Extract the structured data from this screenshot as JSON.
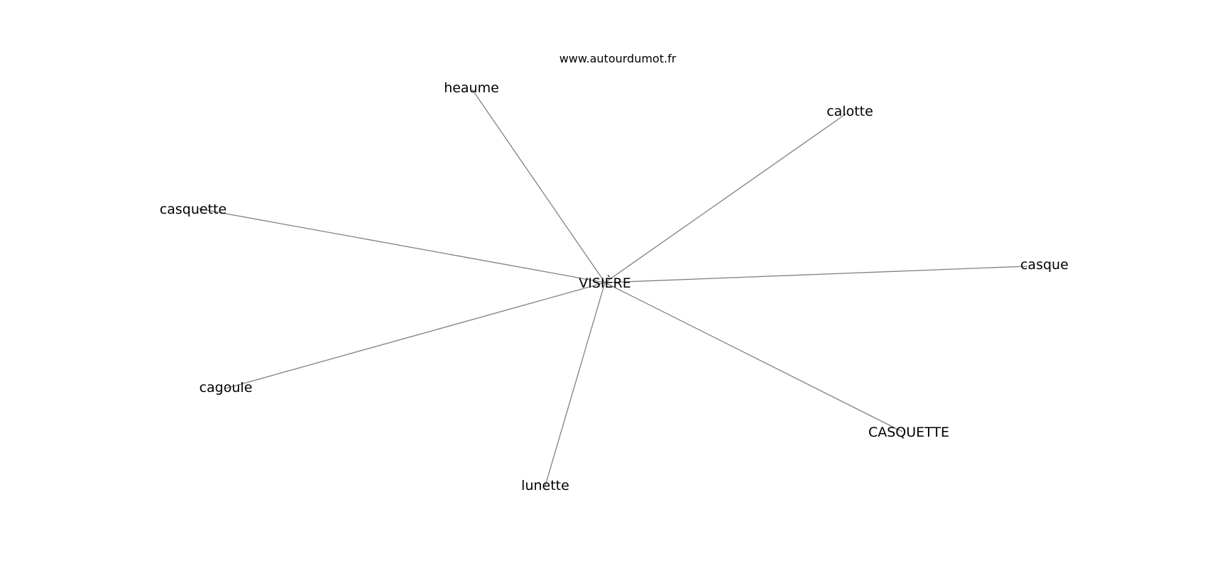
{
  "watermark": "www.autourdumot.fr",
  "center": {
    "label": "VISIÈRE"
  },
  "nodes": [
    {
      "id": "heaume",
      "label": "heaume"
    },
    {
      "id": "calotte",
      "label": "calotte"
    },
    {
      "id": "casquette",
      "label": "casquette"
    },
    {
      "id": "casque",
      "label": "casque"
    },
    {
      "id": "cagoule",
      "label": "cagoule"
    },
    {
      "id": "casquette-upper",
      "label": "CASQUETTE"
    },
    {
      "id": "lunette",
      "label": "lunette"
    }
  ],
  "colors": {
    "edge": "#808080",
    "text": "#000000",
    "background": "#ffffff"
  }
}
